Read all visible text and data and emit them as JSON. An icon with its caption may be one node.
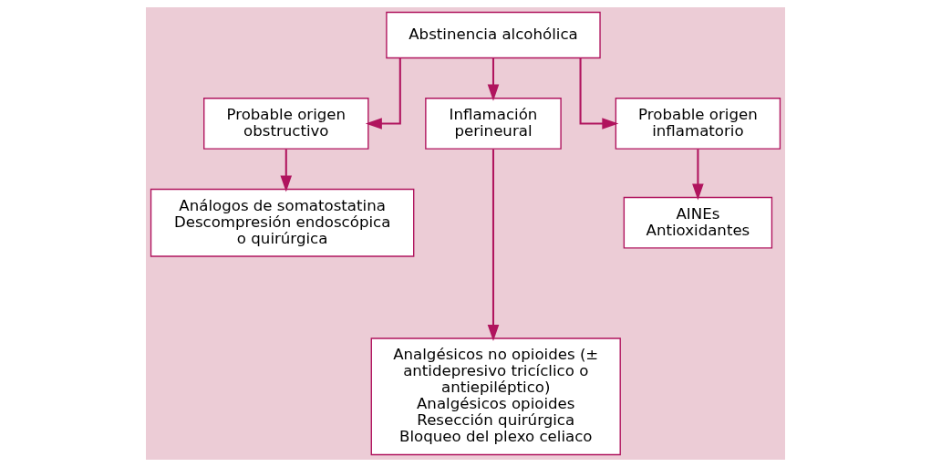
{
  "diagram": {
    "nodes": [
      {
        "text": [
          "Abstinencia alcohólica"
        ]
      },
      {
        "text": [
          "Probable origen obstructivo"
        ]
      },
      {
        "text": [
          "Inflamación perineural"
        ]
      },
      {
        "text": [
          "Probable origen inflamatorio"
        ]
      },
      {
        "text": [
          "Análogos de somatostatina",
          "Descompresión endoscópica o quirúrgica"
        ]
      },
      {
        "text": [
          "AINEs",
          "Antioxidantes"
        ]
      },
      {
        "text": [
          "Analgésicos no opioides (± antidepresivo tricíclico o antiepiléptico)",
          "Analgésicos opioides",
          "Resección quirúrgica",
          "Bloqueo del plexo celiaco"
        ]
      }
    ],
    "edges": [
      {
        "from": 0,
        "to": 1,
        "arrow": "to"
      },
      {
        "from": 0,
        "to": 2,
        "arrow": "to"
      },
      {
        "from": 0,
        "to": 3,
        "arrow": "to"
      },
      {
        "from": 1,
        "to": 4,
        "arrow": "to"
      },
      {
        "from": 2,
        "to": 6,
        "arrow": "to"
      },
      {
        "from": 3,
        "to": 5,
        "arrow": "to"
      }
    ]
  }
}
